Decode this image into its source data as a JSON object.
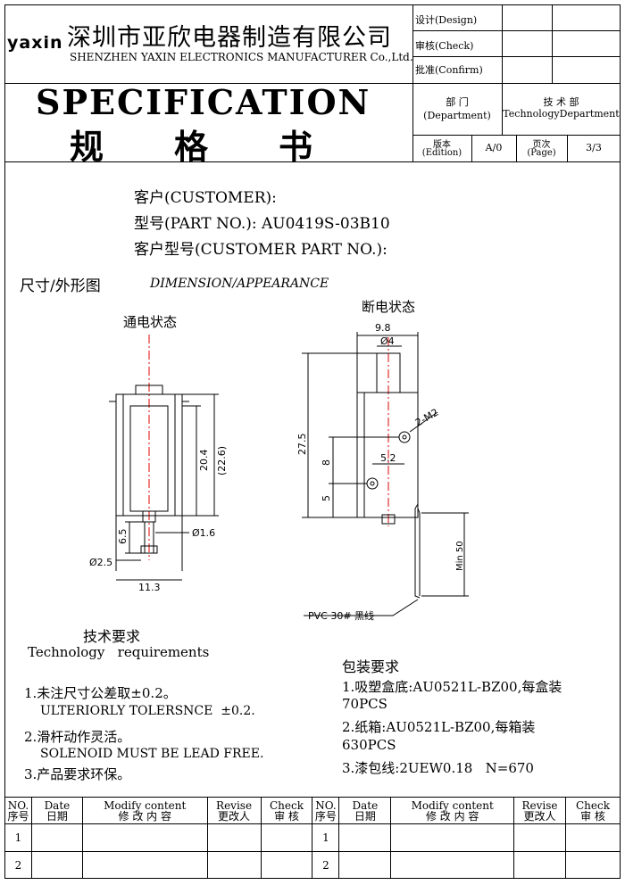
{
  "company": {
    "logo_text": "yaxin",
    "name_cn": "深圳市亚欣电器制造有限公司",
    "name_en": "SHENZHEN YAXIN ELECTRONICS MANUFACTURER Co.,Ltd."
  },
  "approval": {
    "design": "设计(Design)",
    "check": "审核(Check)",
    "confirm": "批准(Confirm)"
  },
  "title": {
    "en": "SPECIFICATION",
    "cn_1": "规",
    "cn_2": "格",
    "cn_3": "书"
  },
  "department": {
    "label_cn": "部  门",
    "label_en": "(Department)",
    "value_cn": "技 术 部",
    "value_en": "TechnologyDepartment"
  },
  "edition": {
    "label_cn": "版本",
    "label_en": "(Edition)",
    "value": "A/0",
    "page_label_cn": "页次",
    "page_label_en": "(Page)",
    "page_value": "3/3"
  },
  "customer": {
    "customer_line": "客户(CUSTOMER):",
    "part_line": "型号(PART NO.): AU0419S-03B10",
    "customer_part_line": "客户型号(CUSTOMER PART NO.):"
  },
  "dimension": {
    "heading_cn": "尺寸/外形图",
    "heading_en": "DIMENSION/APPEARANCE",
    "state_on": "通电状态",
    "state_off": "断电状态"
  },
  "drawing_left": {
    "dim_20_4": "20.4",
    "dim_22_6": "(22.6)",
    "dim_6_5": "6.5",
    "dim_phi16": "Ø1.6",
    "dim_phi25": "Ø2.5",
    "dim_11_3": "11.3"
  },
  "drawing_right": {
    "dim_9_8": "9.8",
    "dim_phi4": "Ø4",
    "dim_27_5": "27.5",
    "dim_2m2": "2-M2",
    "dim_8": "8",
    "dim_5_2": "5.2",
    "dim_5": "5",
    "dim_min50": "Min 50",
    "wire_label": "PVC 30#  黑线"
  },
  "tech": {
    "heading_cn": "技术要求",
    "heading_en": "Technology   requirements",
    "item1_cn": "1.未注尺寸公差取±0.2。",
    "item1_en": "ULTERIORLY TOLERSNCE  ±0.2.",
    "item2_cn": "2.滑杆动作灵活。",
    "item2_en": "SOLENOID MUST BE LEAD FREE.",
    "item3_cn": "3.产品要求环保。"
  },
  "packing": {
    "heading": "包装要求",
    "item1a": "1.吸塑盒底:AU0521L-BZ00,每盒装",
    "item1b": "70PCS",
    "item2a": "2.纸箱:AU0521L-BZ00,每箱装",
    "item2b": "630PCS",
    "item3": "3.漆包线:2UEW0.18   N=670"
  },
  "revision": {
    "no_en": "NO.",
    "no_cn": "序号",
    "date_en": "Date",
    "date_cn": "日期",
    "modify_en": "Modify content",
    "modify_cn": "修 改 内 容",
    "revise_en": "Revise",
    "revise_cn": "更改人",
    "check_en": "Check",
    "check_cn": "审  核",
    "rows": [
      "1",
      "2"
    ]
  }
}
